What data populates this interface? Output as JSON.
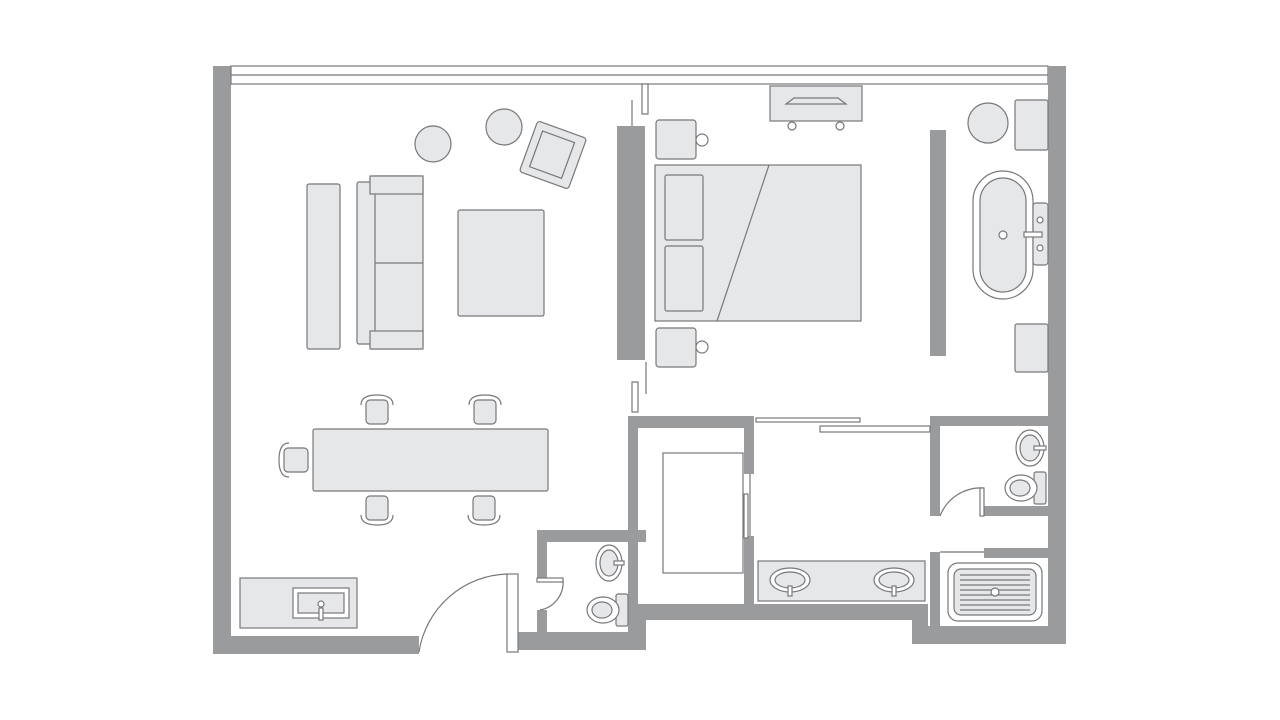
{
  "palette": {
    "background": "#ffffff",
    "wall": "#9a9b9d",
    "furniture_fill": "#e6e7e8",
    "outline": "#77787b"
  },
  "rooms": [
    {
      "name": "living-room",
      "furniture": [
        "sofa",
        "bench",
        "coffee-table",
        "side-table",
        "side-table",
        "armchair"
      ]
    },
    {
      "name": "dining-area",
      "furniture": [
        "dining-table",
        "dining-chair",
        "dining-chair",
        "dining-chair",
        "dining-chair",
        "dining-chair"
      ]
    },
    {
      "name": "kitchenette",
      "furniture": [
        "kitchen-counter",
        "kitchen-sink"
      ]
    },
    {
      "name": "bedroom",
      "furniture": [
        "bed",
        "pillow",
        "pillow",
        "nightstand",
        "nightstand",
        "tv-console"
      ]
    },
    {
      "name": "bath-area",
      "furniture": [
        "bathtub",
        "side-table",
        "stool",
        "stool"
      ]
    },
    {
      "name": "walk-in-closet",
      "furniture": [
        "closet-cabinet"
      ]
    },
    {
      "name": "vanity-area",
      "furniture": [
        "double-vanity",
        "basin",
        "basin"
      ]
    },
    {
      "name": "powder-room",
      "furniture": [
        "toilet",
        "basin"
      ]
    },
    {
      "name": "toilet-room",
      "furniture": [
        "toilet",
        "basin"
      ]
    },
    {
      "name": "shower-room",
      "furniture": [
        "shower-tray"
      ]
    }
  ]
}
